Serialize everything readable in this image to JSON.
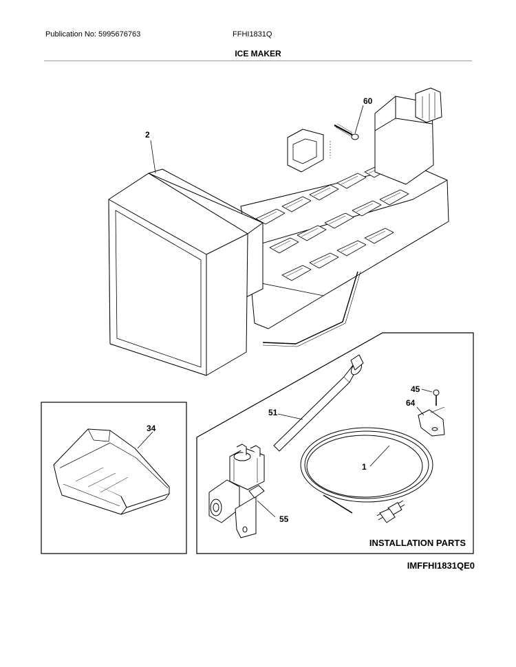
{
  "header": {
    "publication": "Publication No: 5995676763",
    "model": "FFHI1831Q",
    "title": "ICE MAKER"
  },
  "callouts": {
    "c60": "60",
    "c2": "2",
    "c34": "34",
    "c51": "51",
    "c45": "45",
    "c64": "64",
    "c1": "1",
    "c55": "55"
  },
  "installation_label": "INSTALLATION PARTS",
  "diagram_code": "IMFFHI1831QE0"
}
